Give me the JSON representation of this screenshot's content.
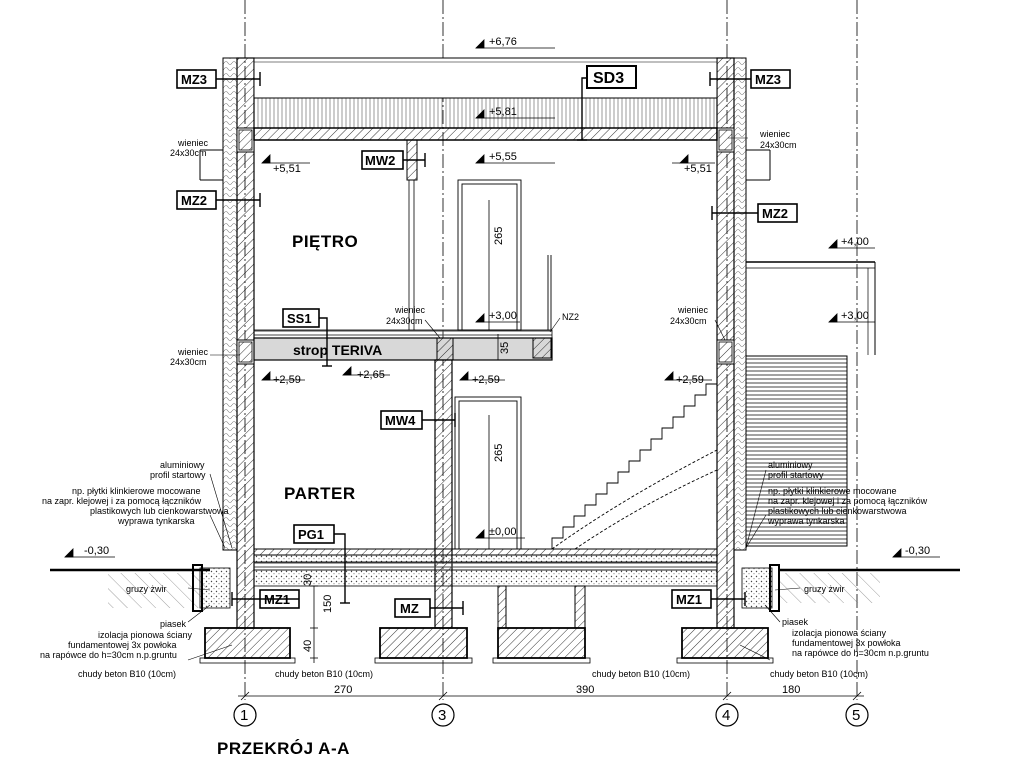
{
  "title": "PRZEKRÓJ A-A",
  "rooms": {
    "upper": "PIĘTRO",
    "ground": "PARTER"
  },
  "slab_label": "strop TERIVA",
  "tags": {
    "mz3_left": "MZ3",
    "mz3_right": "MZ3",
    "sd3": "SD3",
    "mz2_left": "MZ2",
    "mz2_right": "MZ2",
    "mw2": "MW2",
    "ss1": "SS1",
    "mw4": "MW4",
    "pg1": "PG1",
    "mz1_left": "MZ1",
    "mz1_right": "MZ1",
    "mz": "MZ",
    "nz2": "NZ2"
  },
  "levels": {
    "top": "+6,76",
    "roof": "+5,81",
    "ceiling_mid": "+5,55",
    "eave_left": "+5,51",
    "eave_right": "+5,51",
    "terrace_top": "+4,00",
    "slab_mid": "+3,00",
    "slab_right": "+3,00",
    "ceil_left": "+2,59",
    "ceil_a": "+2,65",
    "ceil_b": "+2,59",
    "ceil_right": "+2,59",
    "floor": "±0,00",
    "ground_left": "-0,30",
    "ground_right": "-0,30"
  },
  "notes": {
    "wieniec": "wieniec",
    "wieniec_size": "24x30cm",
    "aluminium": [
      "aluminiowy",
      "profil startowy"
    ],
    "tiles": [
      "np. płytki klinkierowe mocowane",
      "na zapr. klejowej i za pomocą łączników",
      "plastikowych lub cienkowarstwowa",
      "wyprawa tynkarska"
    ],
    "gruzy_left": "gruzy żwir",
    "gruzy_right": "gruzy żwir",
    "piasek": "piasek",
    "insulation": [
      "izolacja pionowa ściany",
      "fundamentowej 3x powłoka",
      "na rapówce do h=30cm n.p.gruntu"
    ],
    "lean_concrete": "chudy beton B10 (10cm)"
  },
  "dims": {
    "door_height": "265",
    "slab_thickness": "35",
    "d30": "30",
    "d150": "150",
    "d40": "40",
    "span_1_3": "270",
    "span_3_4": "390",
    "span_4_5": "180"
  },
  "axes": [
    "1",
    "3",
    "4",
    "5"
  ]
}
